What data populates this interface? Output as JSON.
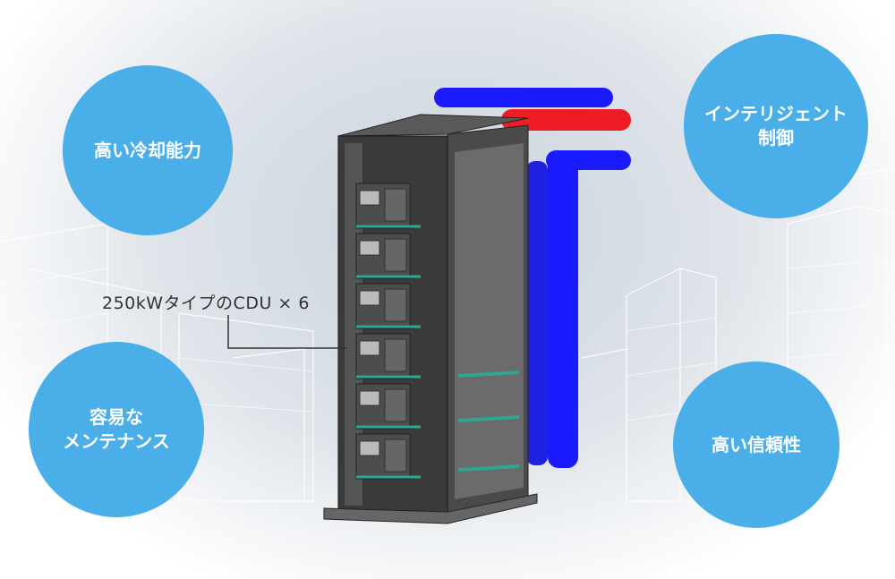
{
  "features": {
    "top_left": "高い冷却能力",
    "top_right_line1": "インテリジェント",
    "top_right_line2": "制御",
    "bottom_left_line1": "容易な",
    "bottom_left_line2": "メンテナンス",
    "bottom_right": "高い信頼性"
  },
  "callout": "250kWタイプのCDU × 6",
  "colors": {
    "circle": "#4aaee9",
    "pipe_supply": "#1a1aff",
    "pipe_return": "#ee1c25",
    "rack": "#3c3c3c"
  }
}
